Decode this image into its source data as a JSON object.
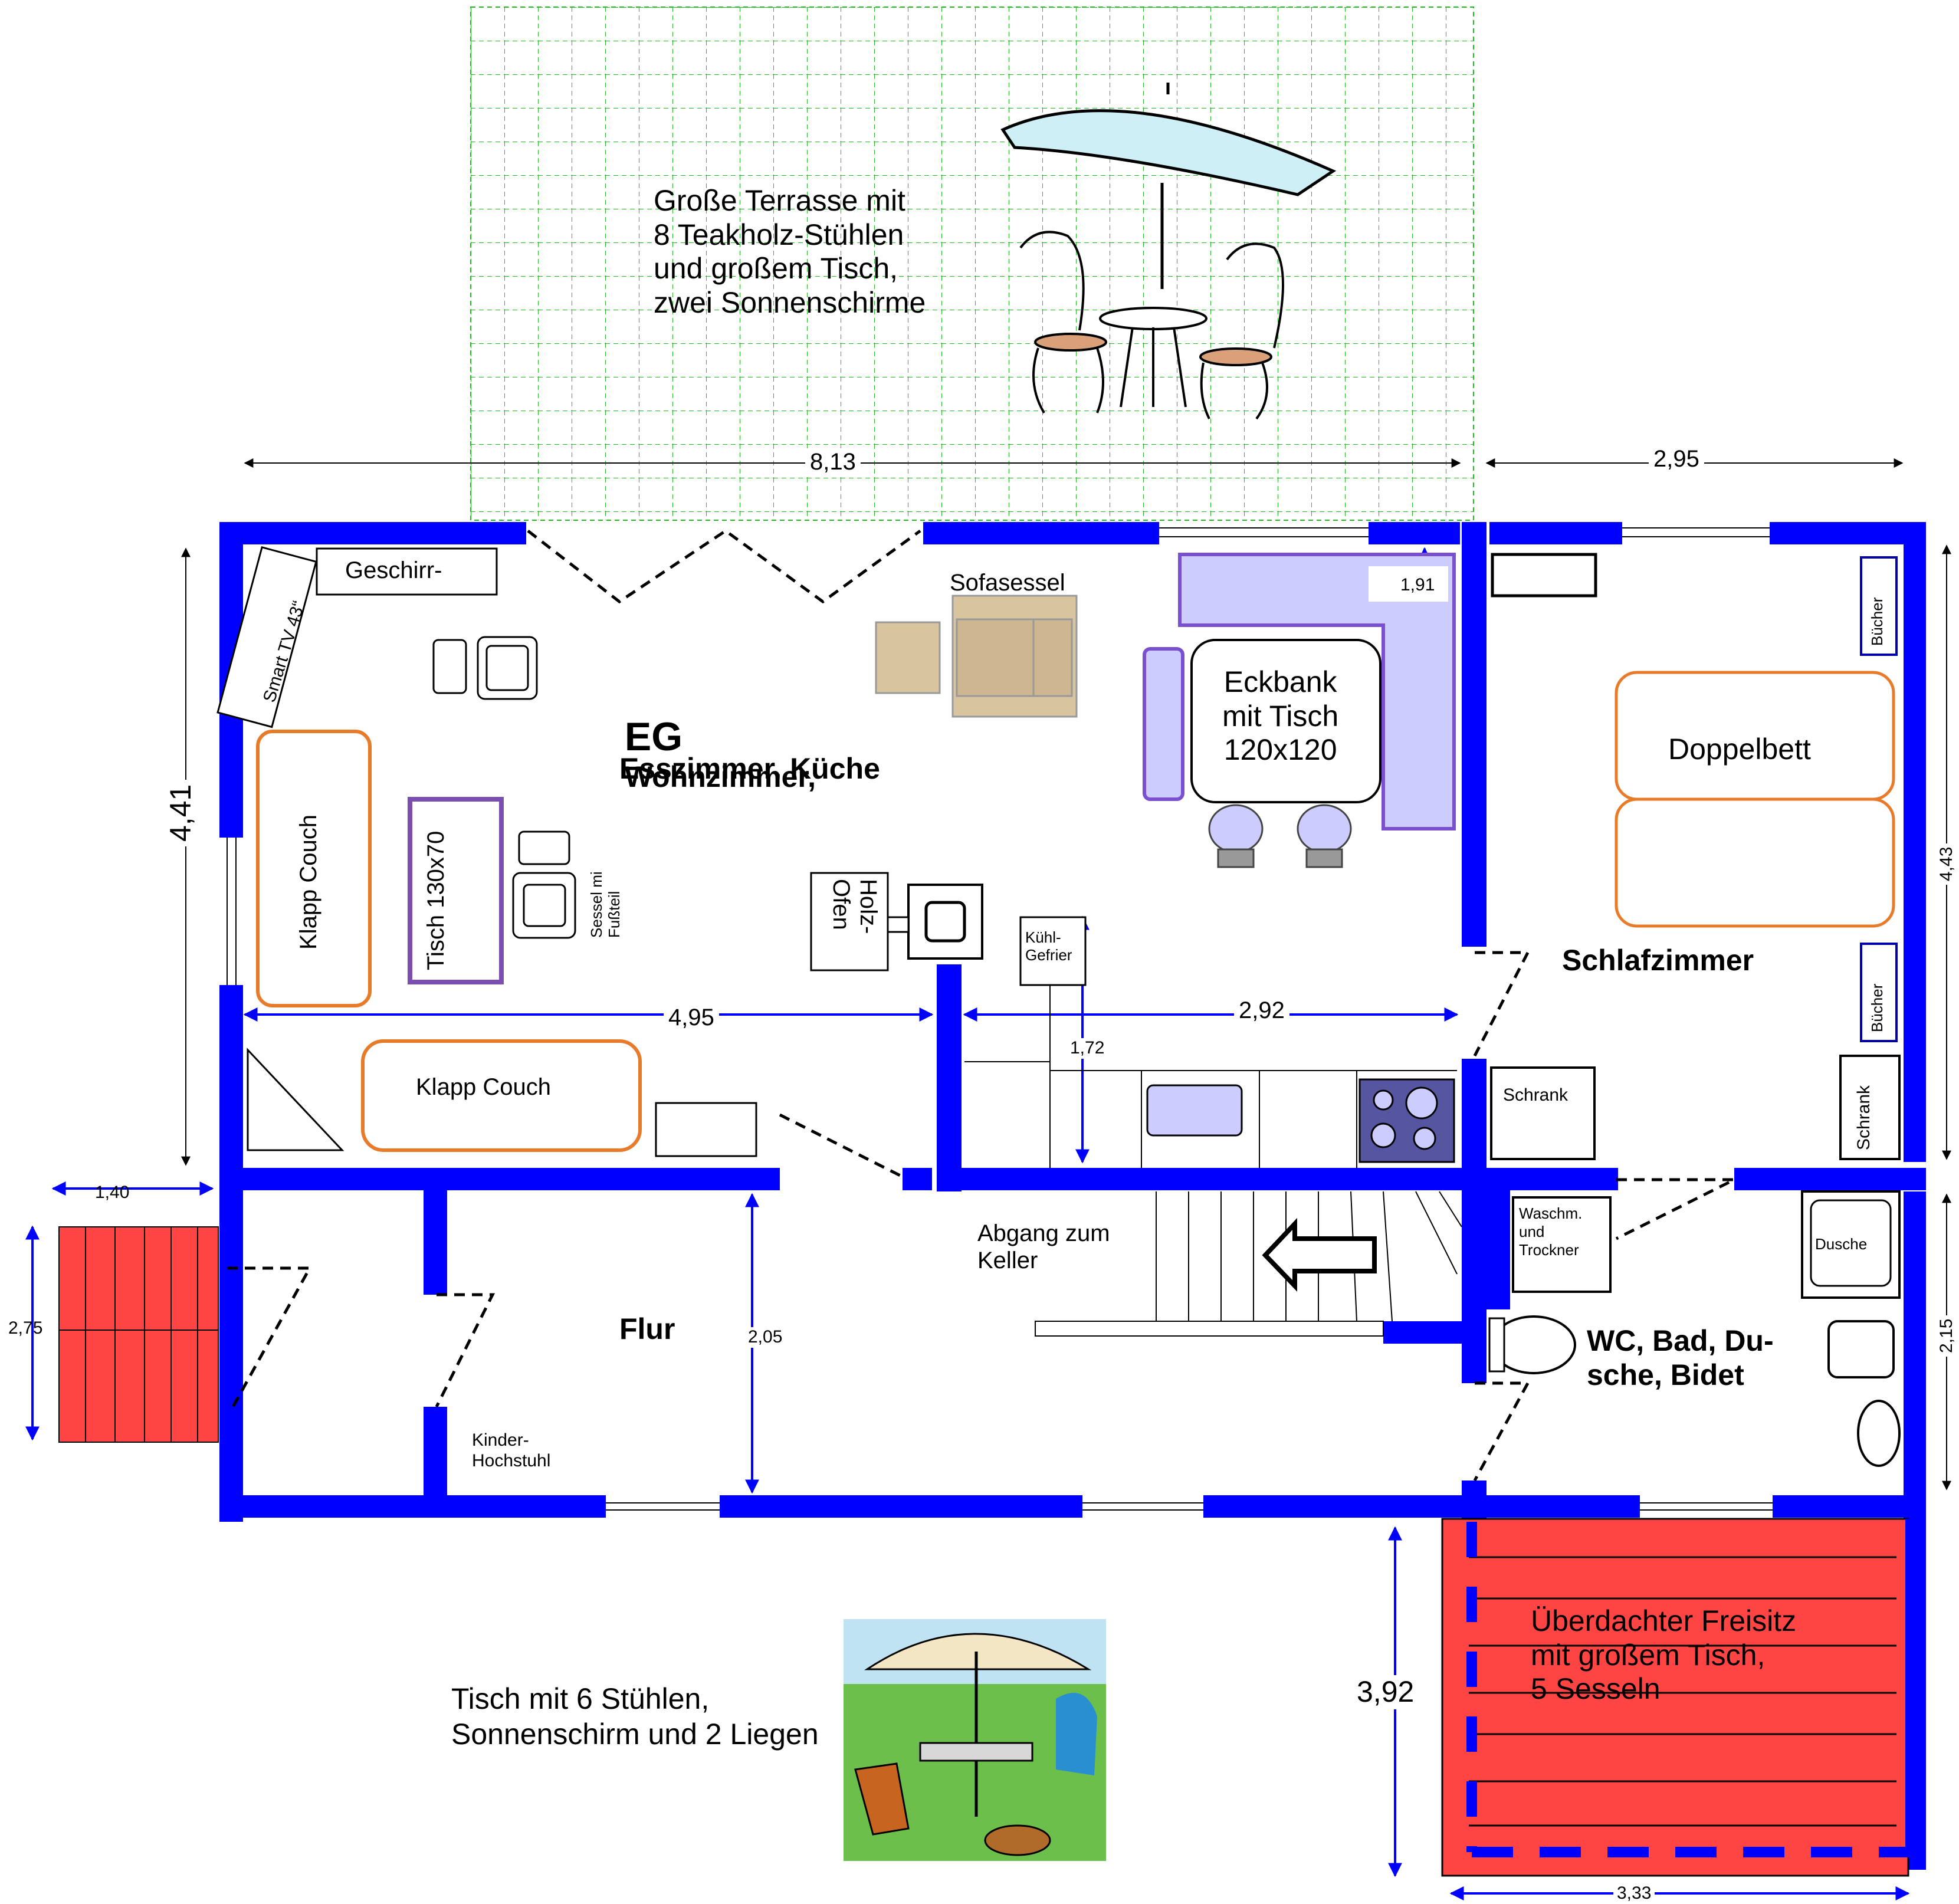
{
  "colors": {
    "wall": "#0000ff",
    "terrace_grid": "#22bb22",
    "seating_red": "#ff4444",
    "bench_purple": "#ccccff",
    "bench_outline": "#7a4fd0",
    "couch_outline": "#e87b2a",
    "table_outline": "#7a4fb0",
    "armchair_fill": "#d9c4a0"
  },
  "labels": {
    "terrace": "Große Terrasse mit\n8 Teakholz-Stühlen\nund großem Tisch,\nzwei Sonnenschirme",
    "eg_prefix": "EG",
    "living": "Wohnzimmer,",
    "living2": "Esszimmer, Küche",
    "bedroom": "Schlafzimmer",
    "bath": "WC, Bad, Du-\nsche, Bidet",
    "hall": "Flur",
    "covered": "Überdachter Freisitz\nmit großem Tisch,\n5 Sesseln",
    "garden": "Tisch mit 6 Stühlen,\nSonnenschirm und 2 Liegen",
    "basement": "Abgang zum\nKeller",
    "kid_chair": "Kinder-\nHochstuhl",
    "tv": "Smart TV 43“",
    "dishes": "Geschirr-",
    "armchair_sofa": "Sofasessel",
    "corner_bench": "Eckbank\nmit Tisch\n120x120",
    "couch1": "Klapp Couch",
    "couch2": "Klapp Couch",
    "table": "Tisch 130x70",
    "armchair_foot": "Sessel mi\nFußteil",
    "stove": "Holz-\nOfen",
    "fridge": "Kühl-\nGefrier",
    "bed": "Doppelbett",
    "books1": "Bücher",
    "books2": "Bücher",
    "closet1": "Schrank",
    "closet2": "Schrank",
    "washer": "Waschm.\nund\nTrockner",
    "shower": "Dusche"
  },
  "dimensions": {
    "d_813": "8,13",
    "d_295": "2,95",
    "d_441": "4,41",
    "d_443": "4,43",
    "d_191": "1,91",
    "d_495": "4,95",
    "d_292": "2,92",
    "d_172": "1,72",
    "d_140": "1,40",
    "d_275": "2,75",
    "d_205": "2,05",
    "d_215": "2,15",
    "d_392": "3,92",
    "d_333": "3,33"
  }
}
